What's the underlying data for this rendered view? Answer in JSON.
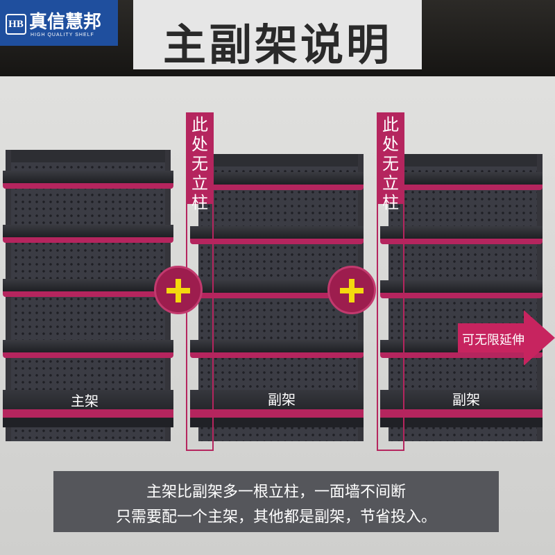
{
  "header": {
    "logo_mark": "HB",
    "logo_name": "真信慧邦",
    "logo_sub": "HIGH QUALITY SHELF",
    "title": "主副架说明"
  },
  "shelves": {
    "main_label": "主架",
    "sub_label_1": "副架",
    "sub_label_2": "副架"
  },
  "tags": {
    "no_post_1": [
      "此",
      "处",
      "无",
      "立",
      "柱"
    ],
    "no_post_2": [
      "此",
      "处",
      "无",
      "立",
      "柱"
    ]
  },
  "arrow_text": "可无限延伸",
  "note": {
    "line1": "主架比副架多一根立柱，一面墙不间断",
    "line2": "只需要配一个主架，其他都是副架，节省投入。"
  },
  "colors": {
    "accent": "#b5255e",
    "plus_yellow": "#f4d90e",
    "header_bg": "#1e1d1b",
    "logo_bg": "#1f4f9e"
  },
  "icons": [
    "plus-icon",
    "arrow-right-icon"
  ]
}
